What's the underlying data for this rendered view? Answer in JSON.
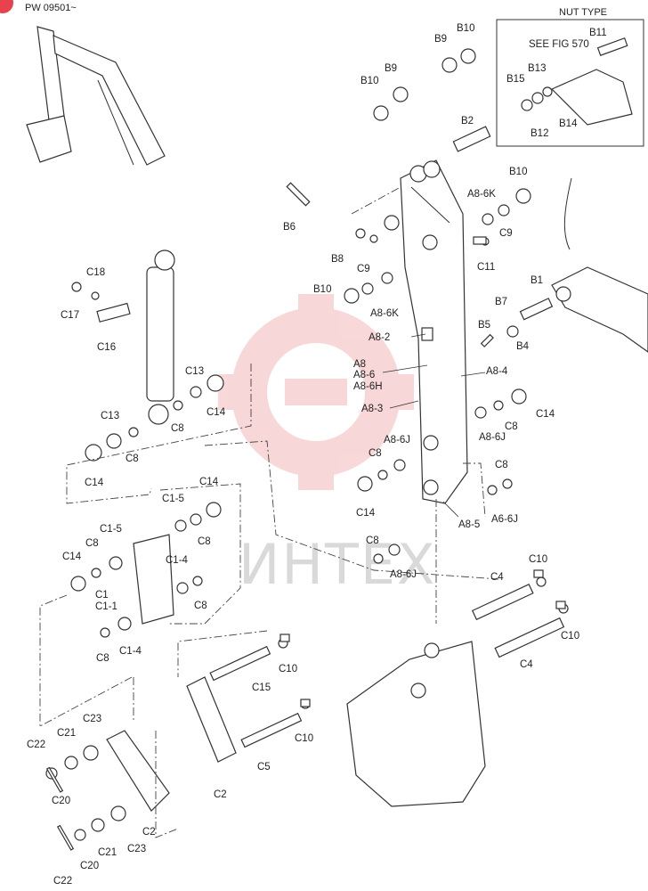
{
  "header": {
    "serial_range": "PW 09501~",
    "inset_title": "NUT TYPE",
    "inset_note": "SEE FIG 570"
  },
  "watermark": {
    "text": "ИНТЕХ",
    "color": "#f2b8b8"
  },
  "colors": {
    "line": "#333333",
    "badge": "#e8424d"
  },
  "labels": {
    "b1": "B1",
    "b2": "B2",
    "b4": "B4",
    "b5": "B5",
    "b6": "B6",
    "b7": "B7",
    "b8": "B8",
    "b9a": "B9",
    "b9b": "B9",
    "b10a": "B10",
    "b10b": "B10",
    "b10c": "B10",
    "b11": "B11",
    "b12": "B12",
    "b13": "B13",
    "b14": "B14",
    "b15": "B15",
    "a8_6k_top": "A8-6K",
    "a8_6k_mid": "A8-6K",
    "c9a": "C9",
    "c9b": "C9",
    "c11": "C11",
    "b10d": "B10",
    "a8_2": "A8-2",
    "a8": "A8",
    "a8_6": "A8-6",
    "a8_6h": "A8-6H",
    "a8_4": "A8-4",
    "a8_3": "A8-3",
    "a8_6j_a": "A8-6J",
    "a8_6j_b": "A8-6J",
    "a6_6j": "A6-6J",
    "a8_6j_c": "A8-6J",
    "a8_5": "A8-5",
    "c8_r1": "C8",
    "c8_r2": "C8",
    "c8_r3": "C8",
    "c8_r4": "C8",
    "c14_r1": "C14",
    "c14_r2": "C14",
    "c18": "C18",
    "c17": "C17",
    "c16": "C16",
    "c13a": "C13",
    "c14a": "C14",
    "c8a": "C8",
    "c13b": "C13",
    "c8b": "C8",
    "c14b": "C14",
    "c1_5a": "C1-5",
    "c14c": "C14",
    "c8c": "C8",
    "c1_5b": "C1-5",
    "c8d": "C8",
    "c1_4a": "C1-4",
    "c14d": "C14",
    "c1": "C1",
    "c1_1": "C1-1",
    "c8e": "C8",
    "c8f": "C8",
    "c1_4b": "C1-4",
    "c10a": "C10",
    "c4a": "C4",
    "c10b": "C10",
    "c4b": "C4",
    "c10c": "C10",
    "c15": "C15",
    "c10d": "C10",
    "c5": "C5",
    "c2a": "C2",
    "c2b": "C2",
    "c22a": "C22",
    "c21a": "C21",
    "c23a": "C23",
    "c20a": "C20",
    "c20b": "C20",
    "c21b": "C21",
    "c23b": "C23",
    "c22b": "C22"
  }
}
